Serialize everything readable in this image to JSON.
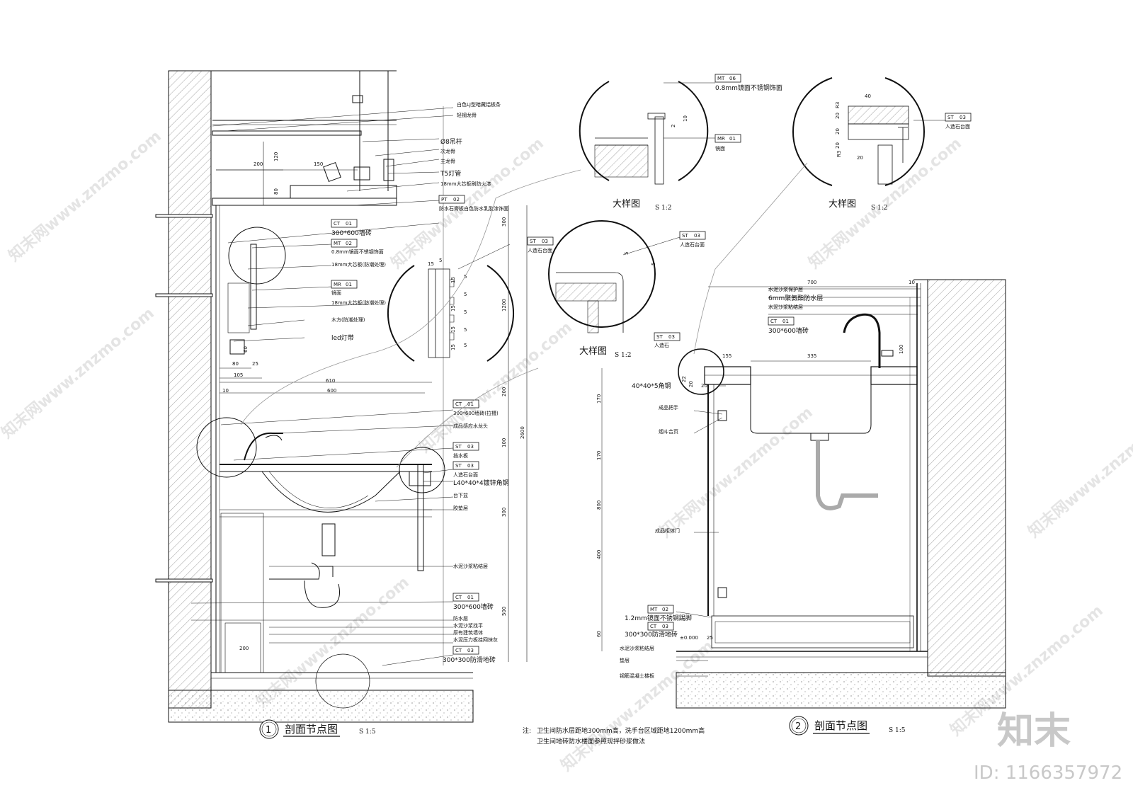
{
  "section1": {
    "title": "剖面节点图",
    "number": "1",
    "scale": "S 1:5",
    "callouts": [
      {
        "code": "",
        "num": "",
        "note": "白色LJ型暗藏铝板条"
      },
      {
        "code": "",
        "num": "",
        "note": "轻钢龙骨"
      },
      {
        "code": "",
        "num": "",
        "note": "Ø8吊杆"
      },
      {
        "code": "",
        "num": "",
        "note": "次龙骨"
      },
      {
        "code": "",
        "num": "",
        "note": "主龙骨"
      },
      {
        "code": "",
        "num": "",
        "note": "T5灯管"
      },
      {
        "code": "",
        "num": "",
        "note": "18mm大芯板刷防火漆"
      },
      {
        "code": "PT",
        "num": "02",
        "note": "防水石膏板白色防水乳胶漆饰面"
      },
      {
        "code": "CT",
        "num": "01",
        "note": "300*600墙砖"
      },
      {
        "code": "MT",
        "num": "02",
        "note": "0.8mm镜面不锈钢饰面"
      },
      {
        "code": "",
        "num": "",
        "note": "18mm大芯板(防潮处理)"
      },
      {
        "code": "MR",
        "num": "01",
        "note": "镜面"
      },
      {
        "code": "",
        "num": "",
        "note": "18mm大芯板(防潮处理)"
      },
      {
        "code": "",
        "num": "",
        "note": "木方(防潮处理)"
      },
      {
        "code": "",
        "num": "",
        "note": "led灯带"
      },
      {
        "code": "CT",
        "num": "01",
        "note": "300*600墙砖(拉槽)"
      },
      {
        "code": "",
        "num": "",
        "note": "成品感应水龙头"
      },
      {
        "code": "ST",
        "num": "03",
        "note": "挡水板"
      },
      {
        "code": "ST",
        "num": "03",
        "note": "人造石台面"
      },
      {
        "code": "",
        "num": "",
        "note": "L40*40*4镀锌角钢"
      },
      {
        "code": "",
        "num": "",
        "note": "台下盆"
      },
      {
        "code": "",
        "num": "",
        "note": "胶垫层"
      },
      {
        "code": "",
        "num": "",
        "note": "水泥沙浆粘结层"
      },
      {
        "code": "CT",
        "num": "01",
        "note": "300*600墙砖"
      },
      {
        "code": "",
        "num": "",
        "note": "防水层"
      },
      {
        "code": "",
        "num": "",
        "note": "水泥沙浆找平"
      },
      {
        "code": "",
        "num": "",
        "note": "原有建筑墙体"
      },
      {
        "code": "",
        "num": "",
        "note": "水泥压力板挂网抹灰"
      },
      {
        "code": "CT",
        "num": "03",
        "note": "300*300防滑地砖"
      }
    ],
    "dims": [
      "200",
      "150",
      "120",
      "80",
      "60",
      "25",
      "80",
      "105",
      "610",
      "600",
      "10",
      "2600",
      "300",
      "1200",
      "200",
      "100",
      "300",
      "500",
      "200"
    ]
  },
  "detail_top_left": {
    "title": "大样图",
    "scale": "S 1:2",
    "callouts": [
      {
        "code": "MT",
        "num": "06",
        "note": "0.8mm镜面不锈钢饰面"
      },
      {
        "code": "MR",
        "num": "01",
        "note": "镜面"
      }
    ],
    "dims": [
      "2",
      "10"
    ]
  },
  "detail_top_right": {
    "title": "大样图",
    "scale": "S 1:2",
    "callouts": [
      {
        "code": "ST",
        "num": "03",
        "note": "人造石台面"
      }
    ],
    "dims": [
      "40",
      "R3",
      "20",
      "20",
      "20",
      "R3",
      "20"
    ]
  },
  "detail_middle": {
    "title": "大样图",
    "scale": "S 1:2",
    "callouts": [
      {
        "code": "ST",
        "num": "03",
        "note": "人造石台面"
      }
    ],
    "dims": [
      "5",
      "5"
    ]
  },
  "detail_left_profile": {
    "callouts": [
      {
        "code": "ST",
        "num": "03",
        "note": "人造石台面"
      }
    ],
    "dims": [
      "15",
      "5",
      "15",
      "5",
      "5",
      "15",
      "5",
      "15",
      "5",
      "15",
      "5",
      "15",
      "5"
    ]
  },
  "section2": {
    "title": "剖面节点图",
    "number": "2",
    "scale": "S 1:5",
    "callouts": [
      {
        "code": "",
        "num": "",
        "note": "水泥沙浆保护层"
      },
      {
        "code": "",
        "num": "",
        "note": "6mm聚氨酯防水层"
      },
      {
        "code": "",
        "num": "",
        "note": "水泥沙浆粘结层"
      },
      {
        "code": "CT",
        "num": "01",
        "note": "300*600墙砖"
      },
      {
        "code": "ST",
        "num": "03",
        "note": "人造石"
      },
      {
        "code": "",
        "num": "",
        "note": "40*40*5角钢"
      },
      {
        "code": "",
        "num": "",
        "note": "成品把手"
      },
      {
        "code": "",
        "num": "",
        "note": "烟斗合页"
      },
      {
        "code": "",
        "num": "",
        "note": "成品柜体门"
      },
      {
        "code": "MT",
        "num": "02",
        "note": "1.2mm镜面不锈钢踢脚"
      },
      {
        "code": "CT",
        "num": "03",
        "note": "300*300防滑地砖"
      },
      {
        "code": "",
        "num": "",
        "note": "水泥沙浆粘结层"
      },
      {
        "code": "",
        "num": "",
        "note": "垫层"
      },
      {
        "code": "",
        "num": "",
        "note": "钢筋混凝土楼板"
      }
    ],
    "dims": [
      "700",
      "10",
      "155",
      "335",
      "20",
      "22",
      "20",
      "100",
      "170",
      "170",
      "800",
      "400",
      "60",
      "25"
    ],
    "level": "±0.000"
  },
  "note": {
    "label": "注:",
    "line1": "卫生间防水层距地300mm高，洗手台区域距地1200mm高",
    "line2": "卫生间地砖防水楼面参照现拌砂浆做法"
  },
  "watermarks": [
    "知末网www.znzmo.com"
  ],
  "brand": {
    "logo_text": "知末",
    "id_label": "ID: 1166357972"
  }
}
